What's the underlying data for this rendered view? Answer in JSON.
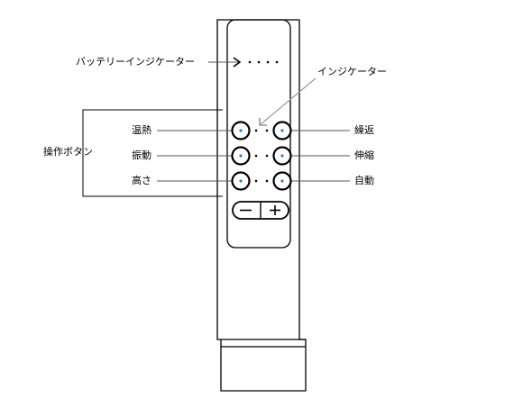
{
  "labels": {
    "battery_indicator": "バッテリーインジケーター",
    "indicator": "インジケーター",
    "operation_buttons": "操作ボタン",
    "warm": "温熱",
    "vibration": "振動",
    "height": "高さ",
    "repeat": "繰返",
    "stretch": "伸縮",
    "auto": "自動"
  },
  "colors": {
    "line": "#000000",
    "leader": "#555555",
    "indicator_arrow": "#999999",
    "button_dot": "#2a7de1"
  },
  "icons": {
    "minus": "minus-icon",
    "plus": "plus-icon",
    "arrow": "arrow-right-icon"
  }
}
